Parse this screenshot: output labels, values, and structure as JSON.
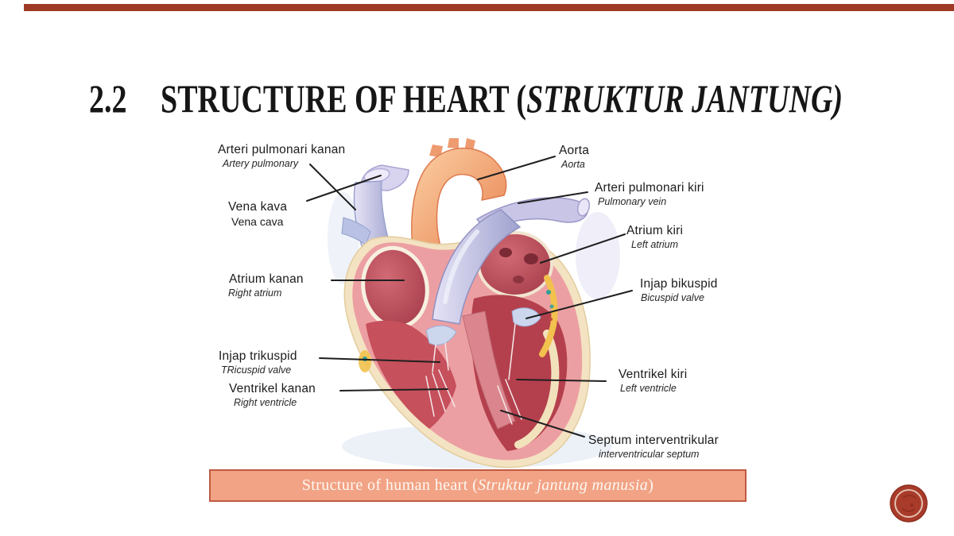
{
  "slide": {
    "title": {
      "number": "2.2",
      "main": "STRUCTURE OF HEART (",
      "italic": "STRUKTUR JANTUNG)"
    },
    "caption": {
      "prefix": "Structure of human heart (",
      "italic": "Struktur jantung manusia",
      "suffix": ")"
    },
    "theme": {
      "top_bar_color": "#9e3a26",
      "badge_color": "#a93b2a",
      "caption_bg": "#f2a385",
      "caption_border": "#bf5a42",
      "caption_text_color": "#fdf8f2"
    }
  },
  "diagram": {
    "name": "human-heart-structure-diagram",
    "labels_left": [
      {
        "main": "Arteri pulmonari kanan",
        "sub": "Artery pulmonary"
      },
      {
        "main": "Vena kava",
        "sub": "Vena cava"
      },
      {
        "main": "Atrium kanan",
        "sub": "Right atrium"
      },
      {
        "main": "Injap trikuspid",
        "sub": "TRicuspid valve"
      },
      {
        "main": "Ventrikel kanan",
        "sub": "Right ventricle"
      }
    ],
    "labels_right": [
      {
        "main": "Aorta",
        "sub": "Aorta"
      },
      {
        "main": "Arteri pulmonari kiri",
        "sub": "Pulmonary vein"
      },
      {
        "main": "Atrium kiri",
        "sub": "Left atrium"
      },
      {
        "main": "Injap bikuspid",
        "sub": "Bicuspid valve"
      },
      {
        "main": "Ventrikel kiri",
        "sub": "Left ventricle"
      },
      {
        "main": "Septum interventrikular",
        "sub": "interventricular septum"
      }
    ]
  }
}
